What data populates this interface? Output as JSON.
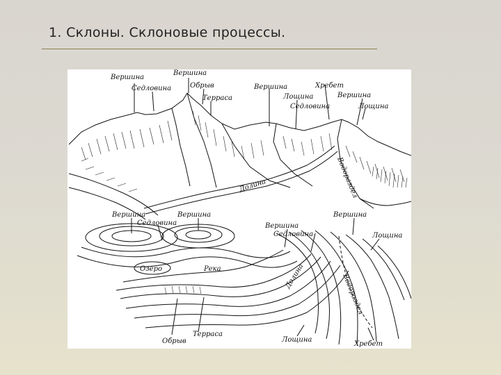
{
  "slide": {
    "title": "1. Склоны. Склоновые процессы."
  },
  "figure": {
    "top_labels": {
      "peak_1": "Вершина",
      "peak_2": "Вершина",
      "saddle_1": "Седловина",
      "cliff": "Обрыв",
      "terrace": "Терраса",
      "peak_3": "Вершина",
      "hollow_1": "Лощина",
      "saddle_2": "Седловина",
      "ridge": "Хребет",
      "peak_4": "Вершина",
      "hollow_2": "Лощина",
      "watershed": "Водораздел",
      "valley": "Долина"
    },
    "map_labels": {
      "peak_1": "Вершина",
      "peak_2": "Вершина",
      "saddle_1": "Седловина",
      "peak_3": "Вершина",
      "saddle_2": "Седловина",
      "peak_4": "Вершина",
      "hollow_1": "Лощина",
      "lake": "Озеро",
      "river": "Река",
      "valley": "Долина",
      "watershed": "Водораздел",
      "cliff": "Обрыв",
      "terrace": "Терраса",
      "hollow_2": "Лощина",
      "ridge": "Хребет"
    }
  }
}
